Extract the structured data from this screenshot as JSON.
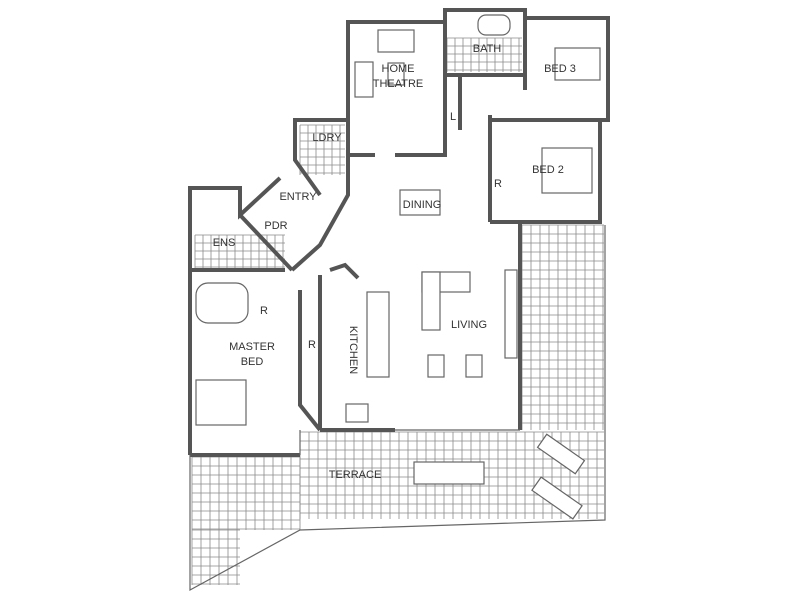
{
  "rooms": {
    "home_theatre_1": "HOME",
    "home_theatre_2": "THEATRE",
    "bath": "BATH",
    "bed3": "BED 3",
    "linen": "L",
    "laundry": "LDRY",
    "bed2": "BED 2",
    "bed2_robe": "R",
    "entry": "ENTRY",
    "dining": "DINING",
    "powder": "PDR",
    "ensuite": "ENS",
    "living": "LIVING",
    "ensuite_robe": "R",
    "master_1": "MASTER",
    "master_2": "BED",
    "master_robe": "R",
    "kitchen": "KITCHEN",
    "terrace": "TERRACE"
  },
  "colors": {
    "wall": "#555555",
    "tile": "#8a8a8a"
  }
}
